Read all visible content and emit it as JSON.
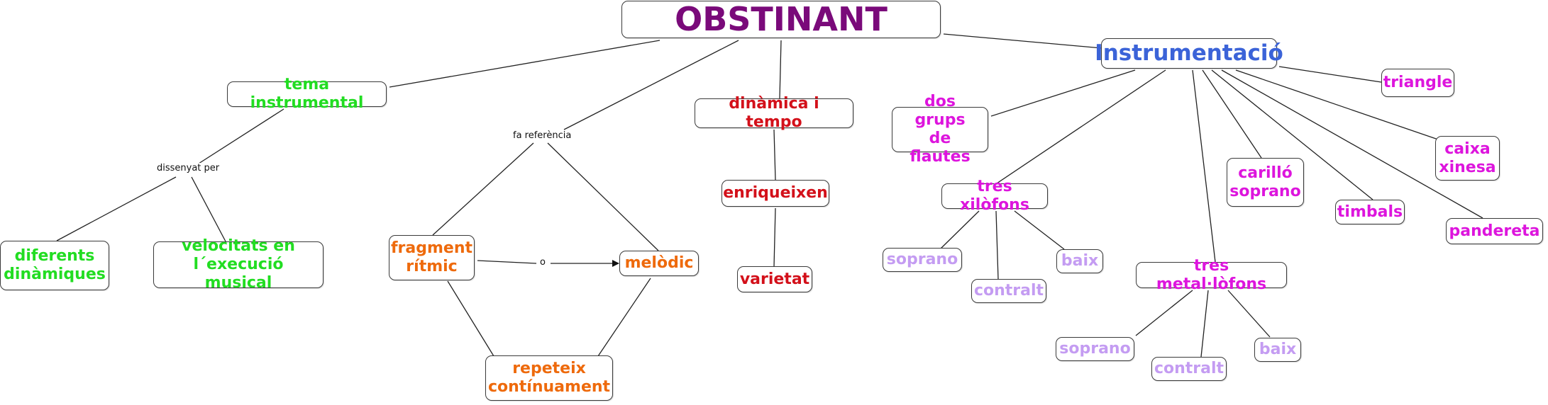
{
  "colors": {
    "title": "#7a0a7a",
    "instrumentacio": "#3b63d8",
    "tema": "#22dd22",
    "dinamica": "#d3101a",
    "fragment": "#ee6a0c",
    "instruments": "#dd15dd",
    "voices": "#c49cf2",
    "border": "#3a3a3a"
  },
  "nodes": {
    "obstinant": "OBSTINANT",
    "instrumentacio": "Instrumentació",
    "tema_instrumental": "tema instrumental",
    "diferents_dinamiques": "diferents\ndinàmiques",
    "velocitats": "velocitats en\nl´execució musical",
    "fragment_ritmic": "fragment\nrítmic",
    "melodic": "melòdic",
    "repeteix": "repeteix\ncontínuament",
    "dinamica_tempo": "dinàmica i tempo",
    "enriqueixen": "enriqueixen",
    "varietat": "varietat",
    "dos_grups": "dos grups\nde flautes",
    "tres_xilofons": "tres xilòfons",
    "xil_soprano": "soprano",
    "xil_contralt": "contralt",
    "xil_baix": "baix",
    "carillo": "carilló\nsoprano",
    "tres_metal": "tres metal·lòfons",
    "met_soprano": "soprano",
    "met_contralt": "contralt",
    "met_baix": "baix",
    "timbals": "timbals",
    "triangle": "triangle",
    "caixa": "caixa\nxinesa",
    "pandereta": "pandereta"
  },
  "labels": {
    "dissenyat_per": "dissenyat per",
    "fa_referencia": "fa referència",
    "o": "o"
  }
}
